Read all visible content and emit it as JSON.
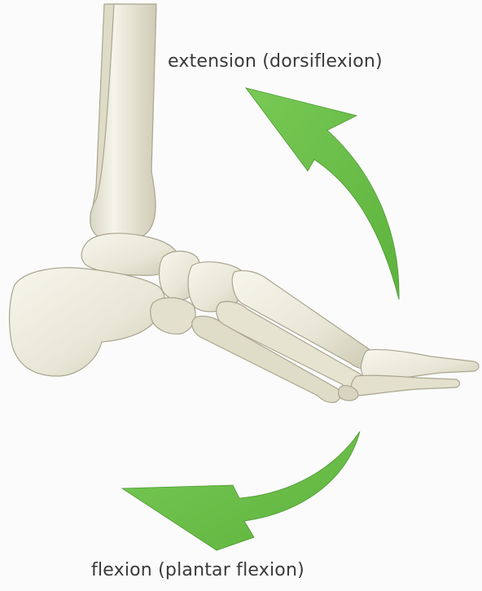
{
  "labels": {
    "extension": "extension (dorsiflexion)",
    "flexion": "flexion (plantar flexion)"
  },
  "colors": {
    "background": "#fbfbfb",
    "bone_fill": "#ecebdd",
    "bone_shadow": "#cfcbb6",
    "bone_outline": "#a9a58f",
    "arrow_green": "#6cc04a"
  },
  "icons": {
    "foot_skeleton": "ankle-and-foot-bones-side-view",
    "top_arrow": "curved-arrow-up",
    "bottom_arrow": "curved-arrow-down"
  }
}
